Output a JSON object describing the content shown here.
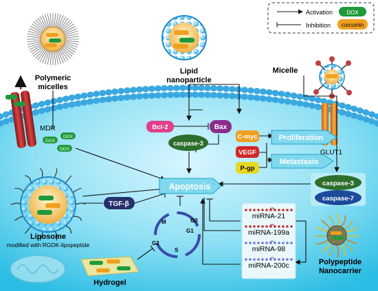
{
  "legend": {
    "activation": "Activation",
    "inhibition": "Inhibition",
    "dox": "DOX",
    "curcumin": "curcumin"
  },
  "carriers": {
    "polymeric_micelles": [
      "Polymeric",
      "micelles"
    ],
    "lipid_nanoparticle": [
      "Lipid",
      "nanoparticle"
    ],
    "micelle": "Micelle",
    "liposome": "Liposome",
    "liposome_note": "modified with RGDK-lipopeptide",
    "hydrogel": "Hydrogel",
    "polypeptide_nanocarrier": [
      "Polypeptide",
      "Nanocarrier"
    ]
  },
  "transporters": {
    "mdr": "MDR",
    "glut1": "GLUT1"
  },
  "drug_labels": {
    "dox": "DOX"
  },
  "nodes": {
    "bcl2": "Bcl-2",
    "bax": "Bax",
    "caspase3_left": "caspase-3",
    "cmyc": "C-myc",
    "vegf": "VEGF",
    "pgp": "P-gp",
    "proliferation": "Proliferation",
    "metastasis": "Metastasis",
    "apoptosis": "Apoptosis",
    "tgf": "TGF-β",
    "caspase3_right": "caspase-3",
    "caspase7": "caspase-7"
  },
  "mirnas": [
    "miRNA-21",
    "miRNA-199a",
    "miRNA-98",
    "miRNA-200c"
  ],
  "cell_cycle": [
    "M",
    "G0",
    "G1",
    "G2",
    "S"
  ],
  "colors": {
    "activation": "#111111",
    "bcl2": "#e0408a",
    "bax": "#8b2b8c",
    "caspase": "#2d6e2d",
    "cmyc": "#f0a020",
    "vegf": "#d02828",
    "pgp": "#e8d820",
    "tgf": "#26306a",
    "caspase7": "#1c4a9a",
    "cytoplasm": "#3cc6e6"
  }
}
